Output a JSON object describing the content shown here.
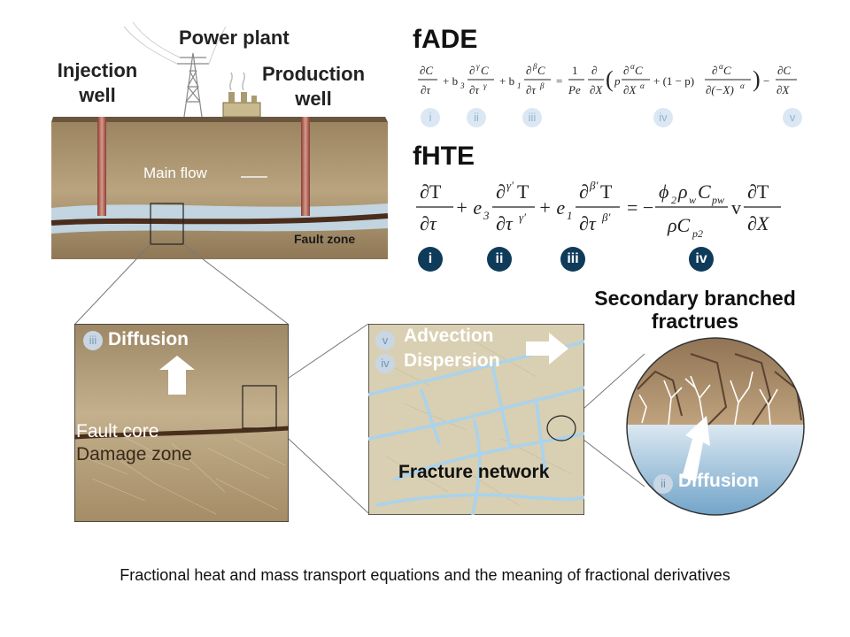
{
  "labels": {
    "power_plant": "Power plant",
    "injection_well": [
      "Injection",
      "well"
    ],
    "production_well": [
      "Production",
      "well"
    ],
    "main_flow": "Main flow",
    "fault_zone": "Fault zone",
    "diffusion": "Diffusion",
    "fault_core": "Fault core",
    "damage_zone": "Damage zone",
    "advection": "Advection",
    "dispersion": "Dispersion",
    "fracture_network": "Fracture network",
    "secondary_title": [
      "Secondary branched",
      "fractrues"
    ],
    "diffusion_2": "Diffusion"
  },
  "badges": {
    "diffusion_1": "iii",
    "advection": "v",
    "dispersion": "iv",
    "diffusion_2": "ii"
  },
  "equations": {
    "fade_title": "fADE",
    "fhte_title": "fHTE",
    "fade_terms": [
      "i",
      "ii",
      "iii",
      "iv",
      "v"
    ],
    "fhte_terms": [
      "i",
      "ii",
      "iii",
      "iv"
    ]
  },
  "caption": "Fractional heat and mass transport equations and the meaning of fractional derivatives",
  "colors": {
    "rock": "#a8916c",
    "water": "#bcd9ec",
    "fault": "#5a3a26",
    "badge_light": "#dbe8f3",
    "badge_dark": "#0f3b5b"
  }
}
